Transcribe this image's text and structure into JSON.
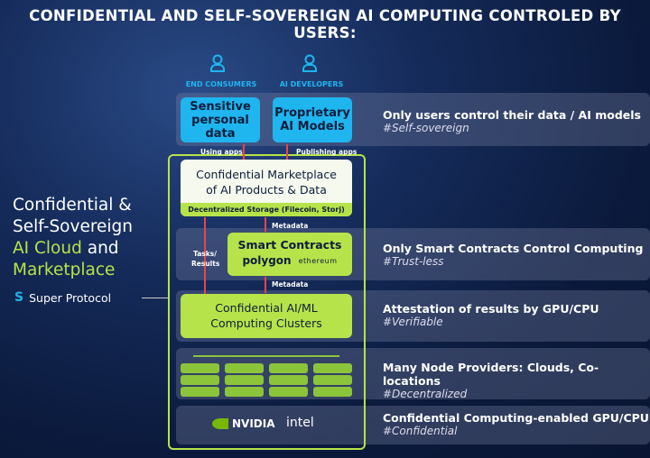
{
  "title": "CONFIDENTIAL AND SELF-SOVEREIGN AI COMPUTING CONTROLED BY USERS:",
  "users": [
    {
      "label": "END CONSUMERS",
      "icon": "person-icon"
    },
    {
      "label": "AI DEVELOPERS",
      "icon": "person-icon"
    }
  ],
  "boxes": {
    "sensitive": "Sensitive personal data",
    "proprietary": "Proprietary AI Models",
    "marketplace": "Confidential Marketplace of AI Products & Data",
    "storage": "Decentralized Storage (Filecoin, Storj)",
    "smart_contracts": "Smart Contracts",
    "polygon": "polygon",
    "ethereum": "ethereum",
    "clusters": "Confidential AI/ML Computing Clusters",
    "nvidia": "NVIDIA",
    "intel": "intel"
  },
  "arrows": {
    "using_apps": "Using apps",
    "publishing_apps": "Publishing apps",
    "metadata1": "Metadata",
    "metadata2": "Metadata",
    "tasks": "Tasks/ Results"
  },
  "rows": [
    {
      "title": "Only users control their data / AI models",
      "tag": "#Self-sovereign"
    },
    {
      "title": "Only Smart Contracts Control Computing",
      "tag": "#Trust-less"
    },
    {
      "title": "Attestation of results by GPU/CPU",
      "tag": "#Verifiable"
    },
    {
      "title": "Many Node Providers: Clouds, Co-locations",
      "tag": "#Decentralized"
    },
    {
      "title": "Confidential Computing-enabled GPU/CPU",
      "tag": "#Confidential"
    }
  ],
  "left": {
    "line1": "Confidential &",
    "line2": "Self-Sovereign",
    "ai_cloud": "AI Cloud",
    "and": "and",
    "marketplace": "Marketplace",
    "brand": "Super Protocol"
  },
  "colors": {
    "green": "#b7e34a",
    "blue": "#1fb5ef",
    "arrow": "#e8454a"
  }
}
